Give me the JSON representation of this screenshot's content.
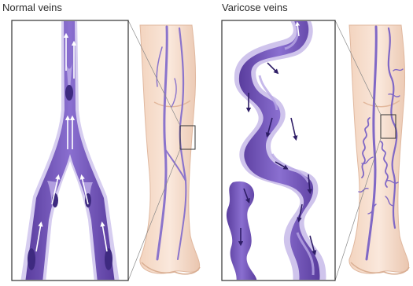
{
  "labels": {
    "normal": "Normal veins",
    "varicose": "Varicose veins"
  },
  "panels": [
    {
      "id": "normal",
      "inset_icon": "normal-vein-closeup",
      "leg_icon": "leg-with-normal-veins"
    },
    {
      "id": "varicose",
      "inset_icon": "varicose-vein-closeup",
      "leg_icon": "leg-with-varicose-veins"
    }
  ],
  "colors": {
    "vein_dark": "#5a3d9e",
    "vein_mid": "#7a5cc0",
    "vein_light": "#a993dc",
    "vein_halo": "#c9bde8",
    "skin": "#f6dfcd",
    "skin_shadow": "#e9c3ac",
    "frame": "#333333"
  }
}
